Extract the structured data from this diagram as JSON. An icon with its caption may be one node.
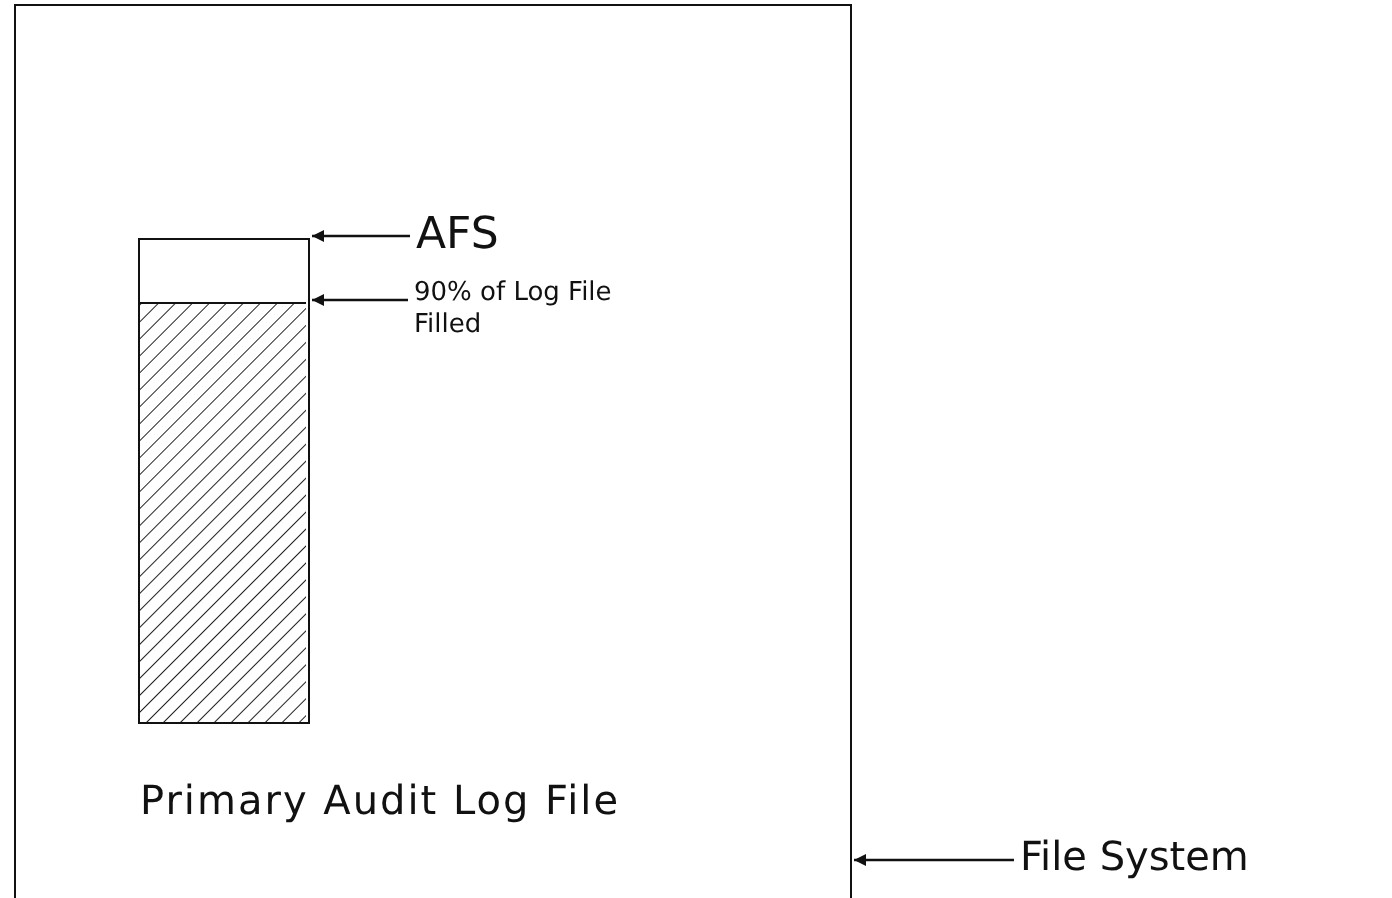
{
  "diagram": {
    "nodes": [
      {
        "text": [],
        "shape": "box"
      },
      {
        "text": [
          "Primary Audit Log File"
        ],
        "in": 0
      },
      {
        "text": [],
        "shape": "bar",
        "in": 1
      },
      {
        "text": [
          "AFS"
        ],
        "in": 0
      },
      {
        "text": [
          "90% of Log File Filled"
        ],
        "in": 0
      },
      {
        "text": [
          "File System"
        ]
      }
    ],
    "edges": [
      {
        "from": 3,
        "to": 1,
        "arrow": "to"
      },
      {
        "from": 4,
        "to": 2,
        "arrow": "to"
      },
      {
        "from": 5,
        "to": 0,
        "arrow": "to"
      }
    ]
  }
}
